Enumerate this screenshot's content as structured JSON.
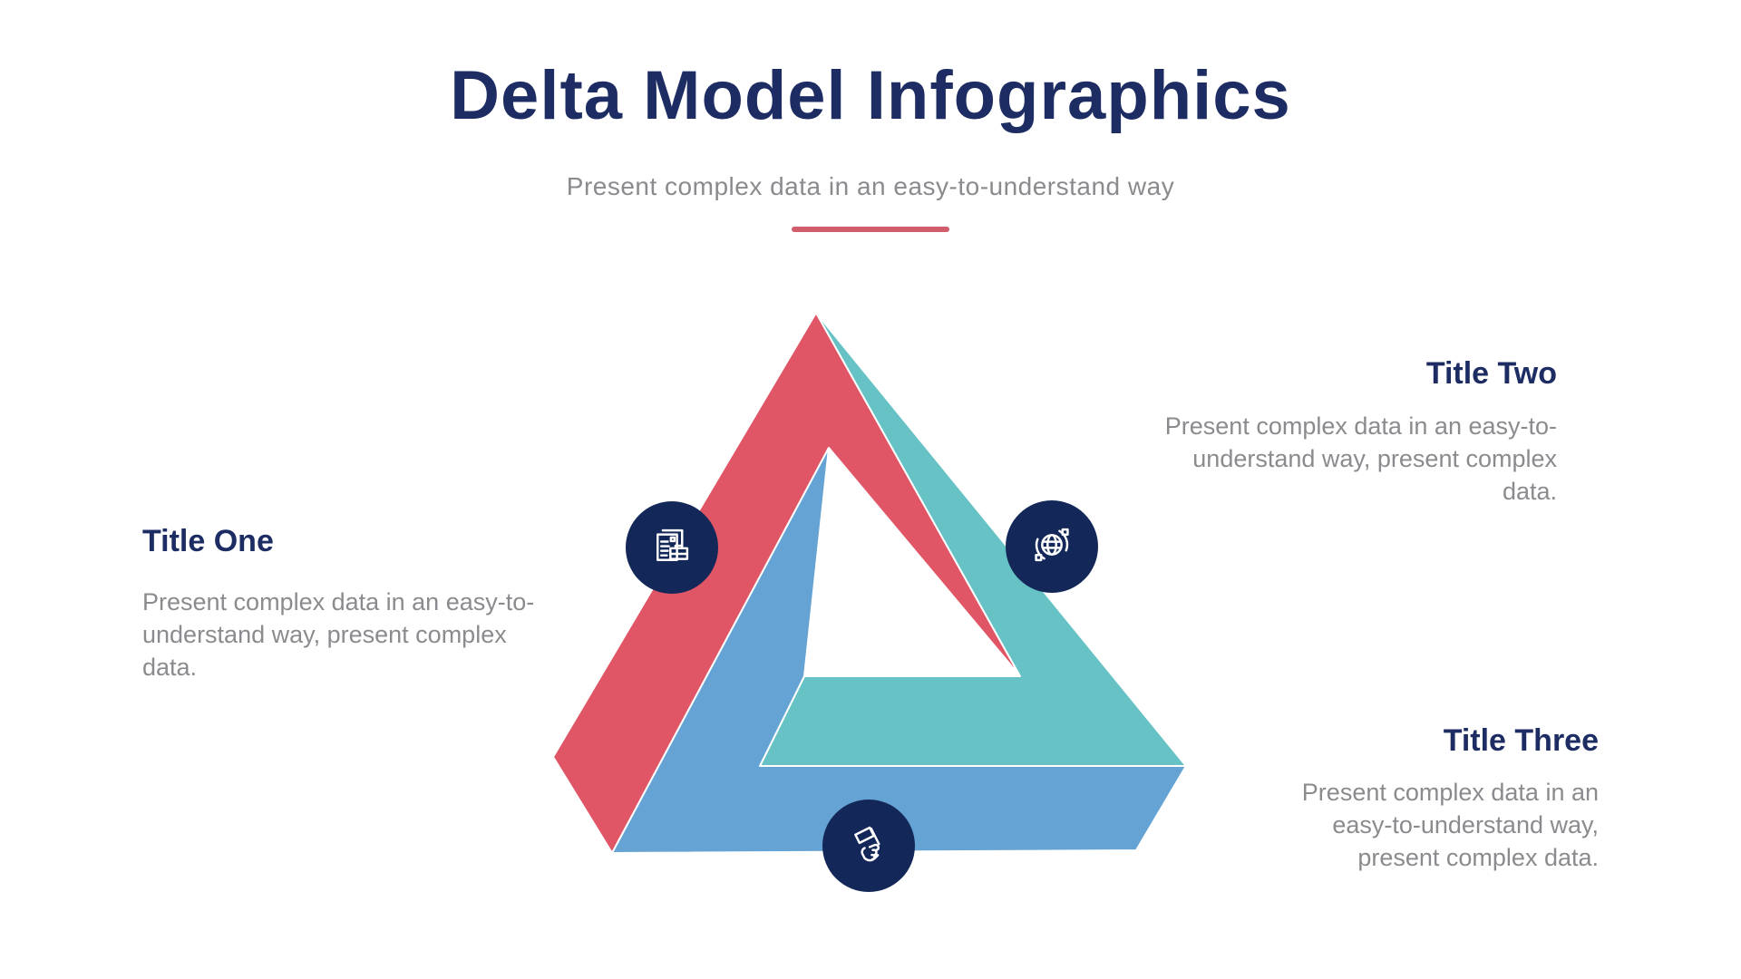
{
  "header": {
    "title": "Delta Model Infographics",
    "subtitle": "Present complex data in an easy-to-understand way"
  },
  "sections": [
    {
      "title": "Title One",
      "body": "Present complex data in an easy-to-understand way, present complex data.",
      "icon": "documents-briefcase-icon"
    },
    {
      "title": "Title Two",
      "body": "Present complex data in an easy-to-understand way, present complex data.",
      "icon": "globe-sync-icon"
    },
    {
      "title": "Title Three",
      "body": "Present complex data in an easy-to-understand way, present complex data.",
      "icon": "hand-holding-flag-icon"
    }
  ],
  "colors": {
    "red": "#e05666",
    "teal": "#66c2c4",
    "blue": "#64a3d3",
    "navy": "#132858",
    "title_navy": "#1d2d63",
    "gray_text": "#8a8b8e",
    "divider": "#d15c6c",
    "background": "#ffffff"
  }
}
